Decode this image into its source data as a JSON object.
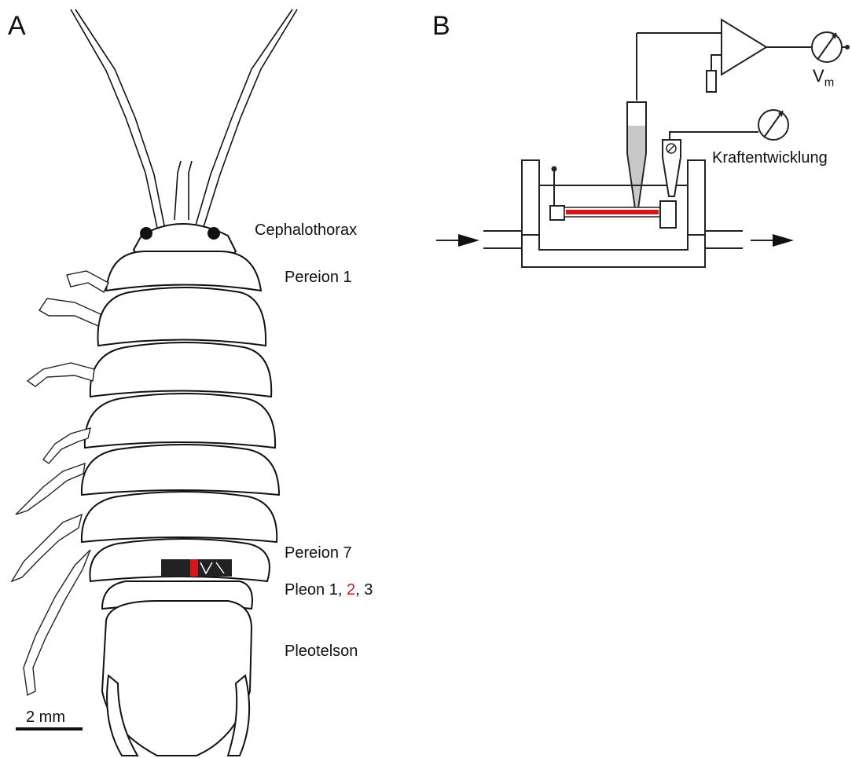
{
  "panel_a": {
    "letter": "A",
    "labels": {
      "cephalothorax": "Cephalothorax",
      "pereion1": "Pereion 1",
      "pereion7": "Pereion 7",
      "pleon_prefix": "Pleon 1, ",
      "pleon_highlight": "2",
      "pleon_suffix": ", 3",
      "pleotelson": "Pleotelson"
    },
    "scale_bar": "2 mm"
  },
  "panel_b": {
    "letter": "B",
    "vm_base": "V",
    "vm_sub": "m",
    "force_label": "Kraftentwicklung"
  },
  "colors": {
    "highlight": "#d8141c",
    "line": "#111111",
    "electrode_fill": "#c8c8c8"
  }
}
